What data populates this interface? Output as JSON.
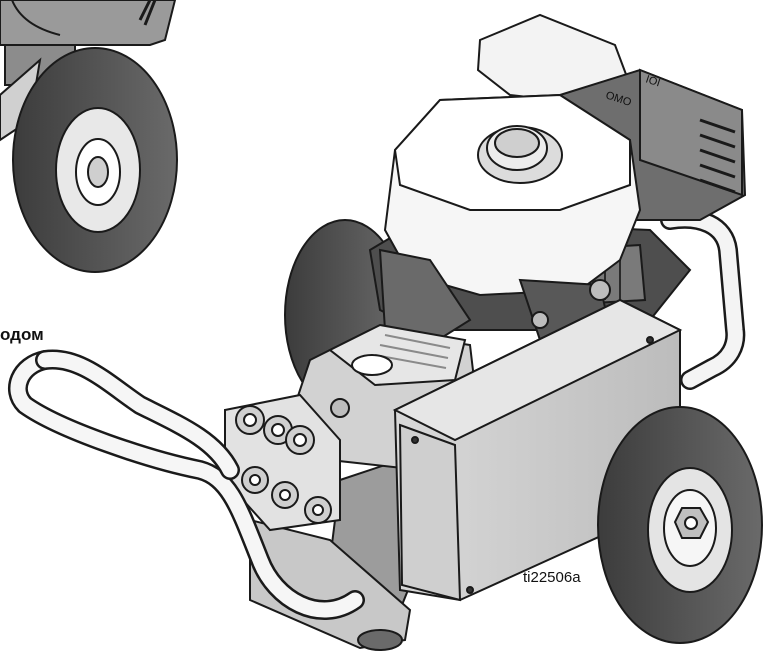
{
  "figure": {
    "caption_fragment": "одом",
    "figure_id": "ti22506a",
    "engine_label": "IOI OMO"
  },
  "colors": {
    "outline": "#1a1a1a",
    "light_part": "#f2f2f2",
    "mid_part": "#bdbdbd",
    "dark_part": "#5a5a5a",
    "tire": "#4a4a4a"
  },
  "icons": [
    "pressure-washer-illustration",
    "wheel-icon",
    "engine-icon",
    "pump-icon",
    "handle-icon"
  ]
}
